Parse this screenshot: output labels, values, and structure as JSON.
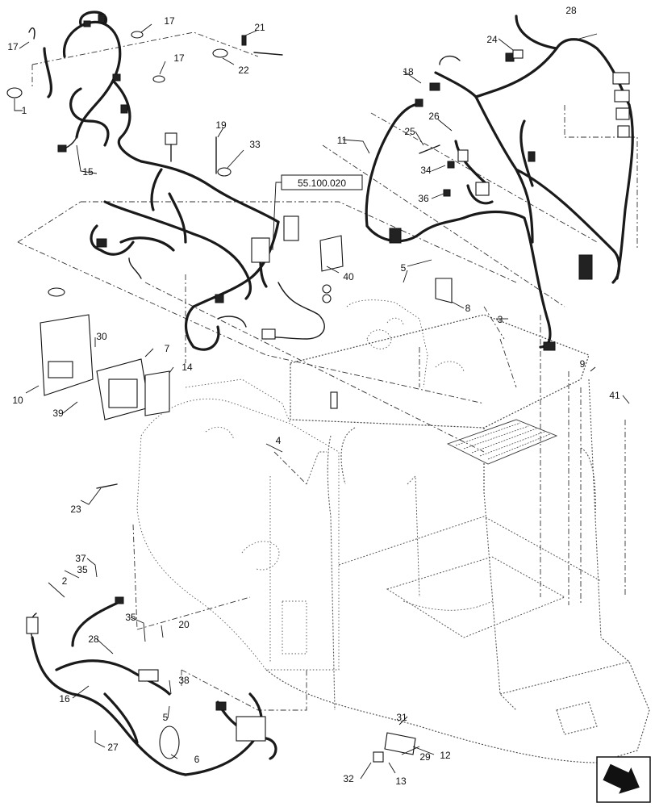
{
  "diagram": {
    "callouts": [
      "1",
      "2",
      "3",
      "4",
      "5",
      "5",
      "6",
      "7",
      "8",
      "9",
      "10",
      "11",
      "12",
      "13",
      "14",
      "15",
      "16",
      "17",
      "17",
      "17",
      "18",
      "19",
      "20",
      "21",
      "22",
      "23",
      "24",
      "25",
      "26",
      "27",
      "28",
      "28",
      "29",
      "30",
      "31",
      "32",
      "33",
      "34",
      "35",
      "35",
      "36",
      "37",
      "38",
      "39",
      "40",
      "41"
    ],
    "reference_box": "55.100.020",
    "nav_icon": "arrow-icon"
  }
}
